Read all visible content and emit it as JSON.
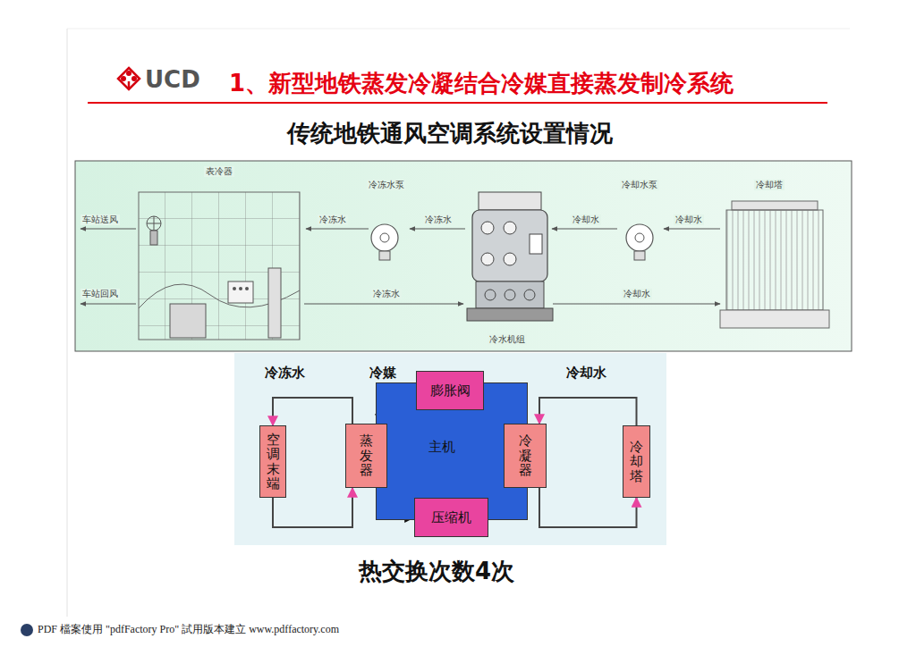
{
  "diagram": {
    "title": "1、新型地铁蒸发冷凝结合冷媒直接蒸发制冷系统",
    "caption": "热交换次数4次",
    "nodes": [
      {
        "text": [
          "主机"
        ]
      },
      {
        "text": [
          "膨胀阀"
        ],
        "in": 0
      },
      {
        "text": [
          "蒸发器"
        ],
        "in": 0
      },
      {
        "text": [
          "冷凝器"
        ],
        "in": 0
      },
      {
        "text": [
          "压缩机"
        ],
        "in": 0
      },
      {
        "text": [
          "空调末端"
        ]
      },
      {
        "text": [
          "冷却塔"
        ]
      }
    ],
    "edges": [
      {
        "from": 2,
        "to": 5,
        "arrow": "to"
      },
      {
        "from": 5,
        "to": 2,
        "arrow": "to"
      },
      {
        "from": 6,
        "to": 3,
        "arrow": "to"
      },
      {
        "from": 3,
        "to": 6,
        "arrow": "to"
      },
      {
        "from": 1,
        "to": 2,
        "arrow": "to"
      },
      {
        "from": 2,
        "to": 4,
        "arrow": "to"
      },
      {
        "from": 4,
        "to": 3,
        "arrow": "to"
      },
      {
        "from": 3,
        "to": 1,
        "arrow": "to"
      }
    ],
    "labels": [
      "UCD",
      "传统地铁通风空调系统设置情况",
      "表冷器",
      "冷冻水泵",
      "冷却水泵",
      "冷却塔",
      "车站送风",
      "冷冻水",
      "冷冻水",
      "冷却水",
      "冷却水",
      "车站回风",
      "冷冻水",
      "冷却水",
      "冷水机组",
      "冷冻水",
      "冷媒",
      "冷却水",
      "PDF 檔案使用 \"pdfFactory Pro\" 試用版本建立 www.pdffactory.com"
    ]
  }
}
